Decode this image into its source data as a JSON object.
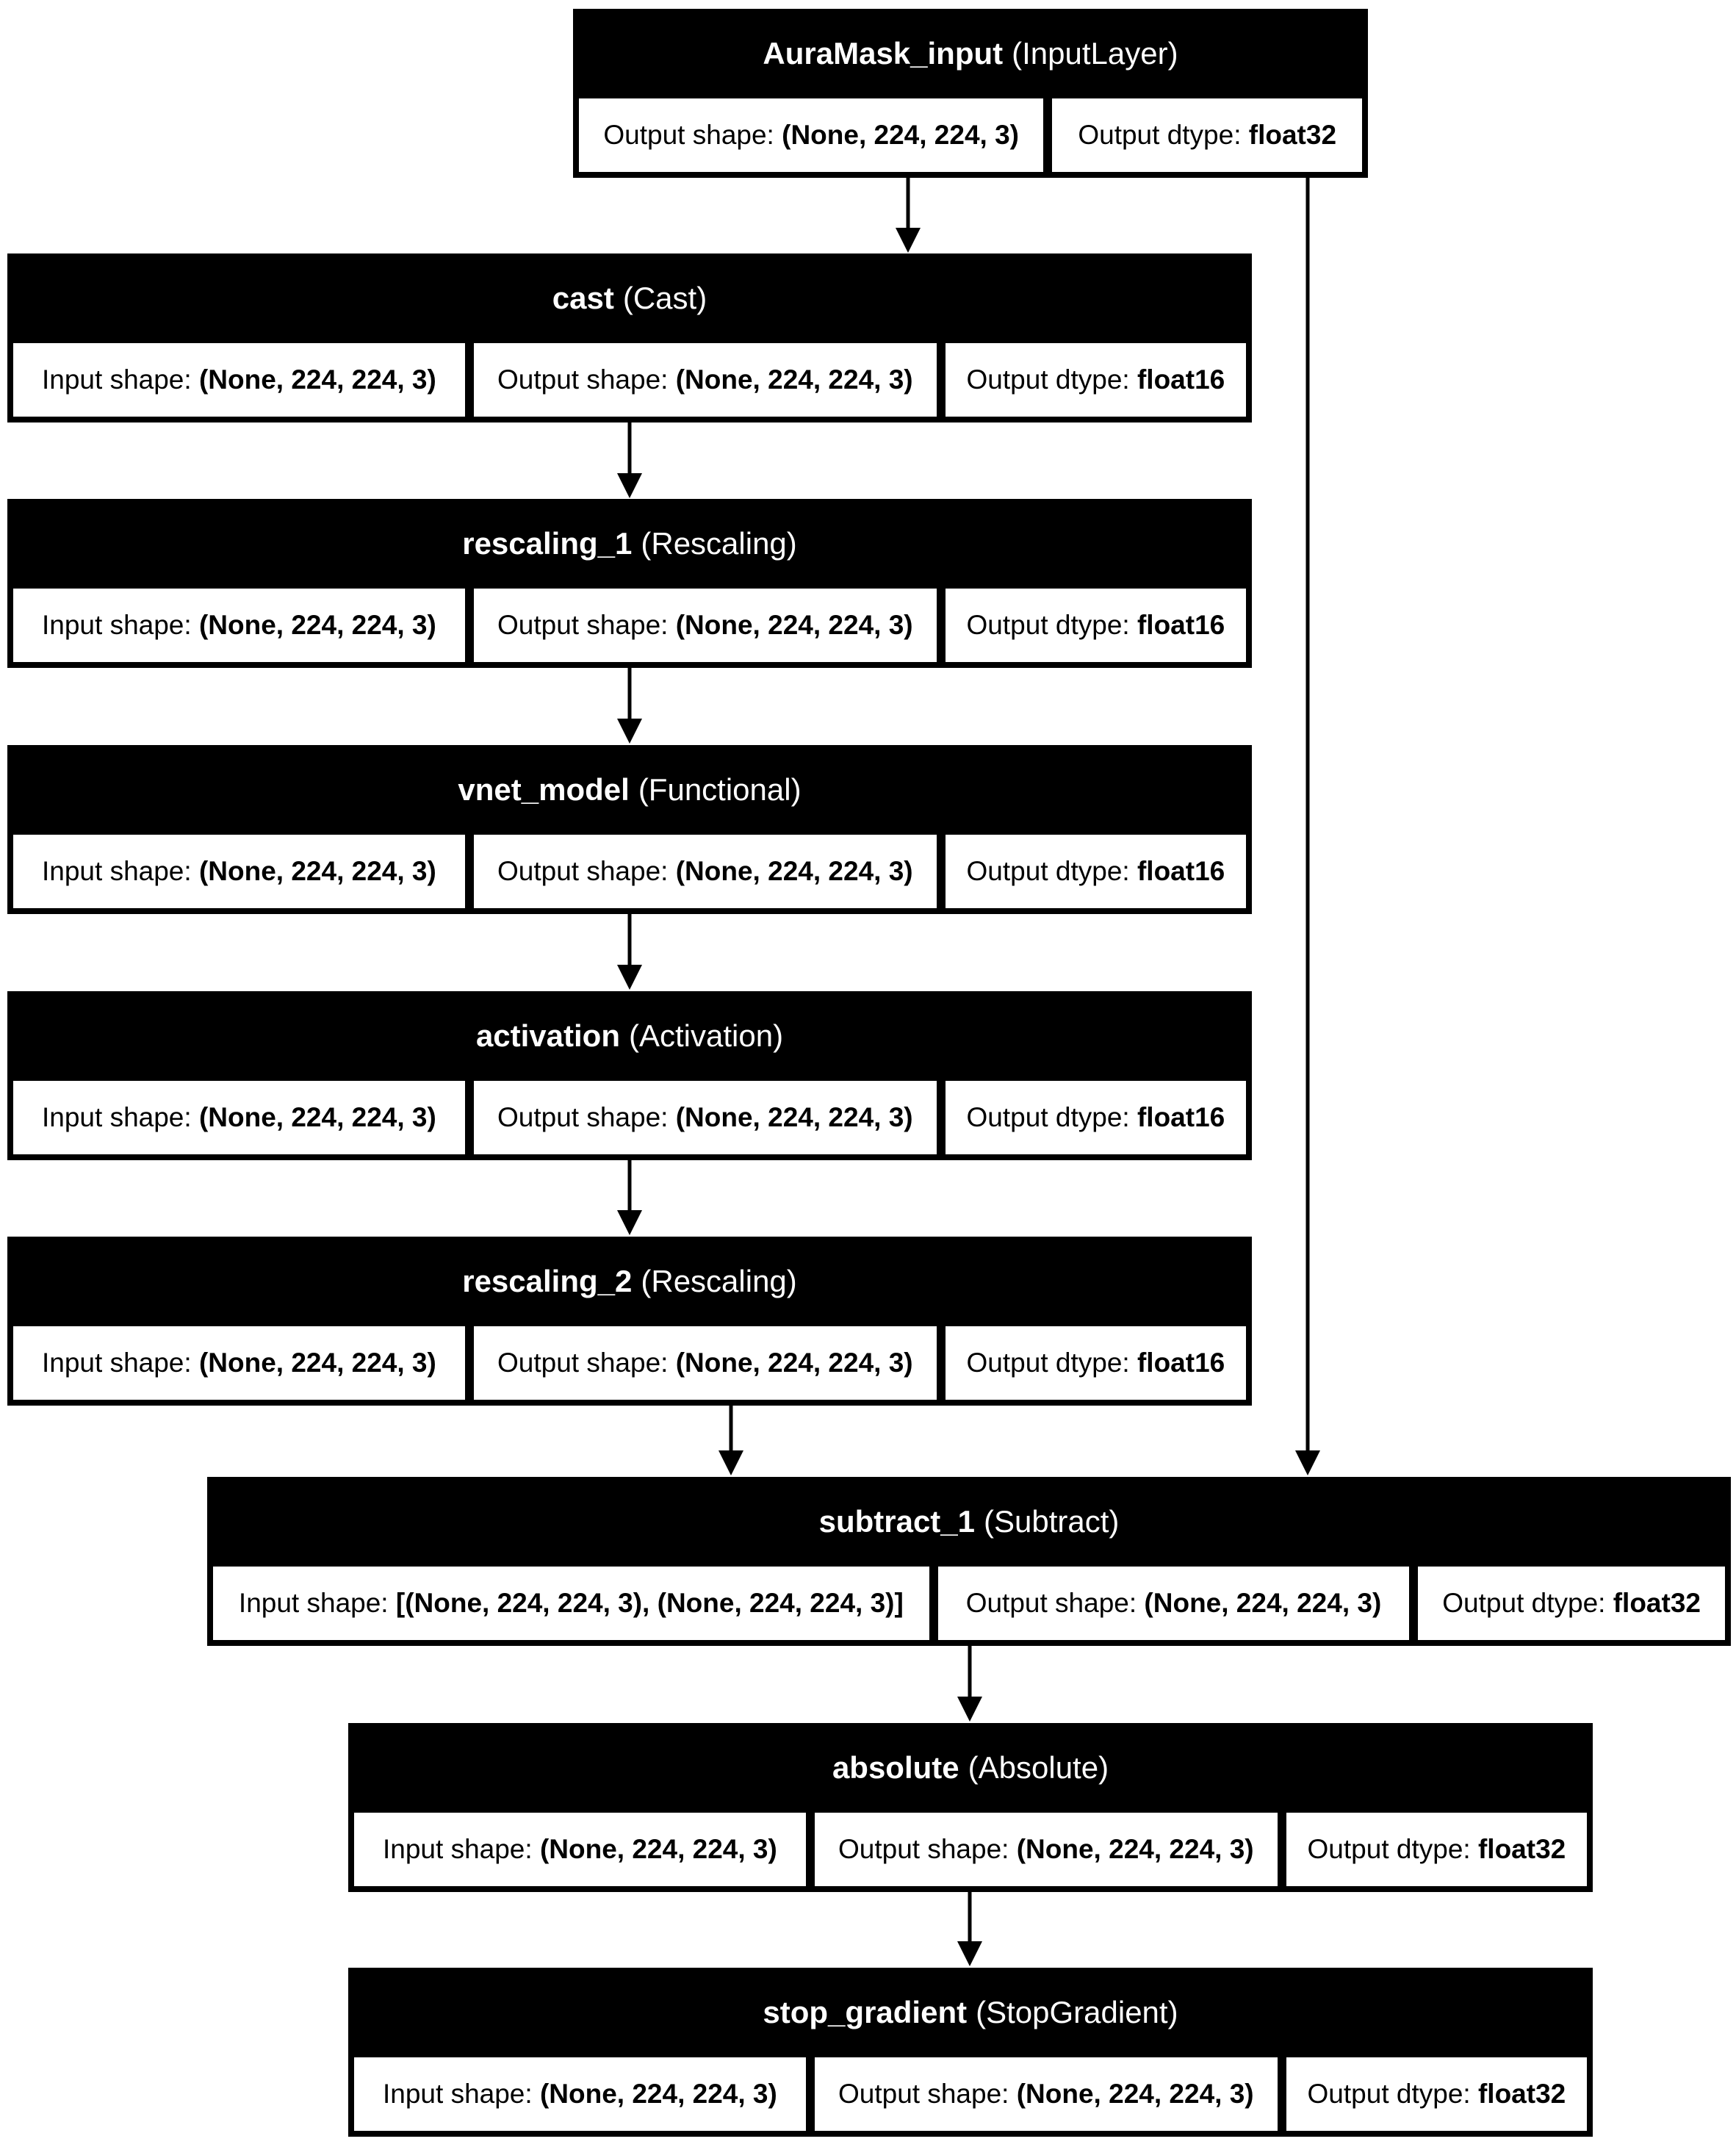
{
  "diagram": {
    "kind": "keras-model-plot",
    "colors": {
      "node_background": "#000000",
      "node_header_text": "#ffffff",
      "cell_background": "#ffffff",
      "cell_text": "#000000",
      "edge": "#000000",
      "page_background": "#ffffff"
    }
  },
  "nodes": [
    {
      "name": "AuraMask_input",
      "type_label": "(InputLayer)",
      "cells": [
        {
          "label": "Output shape: ",
          "value": "(None, 224, 224, 3)"
        },
        {
          "label": "Output dtype: ",
          "value": "float32"
        }
      ]
    },
    {
      "name": "cast",
      "type_label": "(Cast)",
      "cells": [
        {
          "label": "Input shape: ",
          "value": "(None, 224, 224, 3)"
        },
        {
          "label": "Output shape: ",
          "value": "(None, 224, 224, 3)"
        },
        {
          "label": "Output dtype: ",
          "value": "float16"
        }
      ]
    },
    {
      "name": "rescaling_1",
      "type_label": "(Rescaling)",
      "cells": [
        {
          "label": "Input shape: ",
          "value": "(None, 224, 224, 3)"
        },
        {
          "label": "Output shape: ",
          "value": "(None, 224, 224, 3)"
        },
        {
          "label": "Output dtype: ",
          "value": "float16"
        }
      ]
    },
    {
      "name": "vnet_model",
      "type_label": "(Functional)",
      "cells": [
        {
          "label": "Input shape: ",
          "value": "(None, 224, 224, 3)"
        },
        {
          "label": "Output shape: ",
          "value": "(None, 224, 224, 3)"
        },
        {
          "label": "Output dtype: ",
          "value": "float16"
        }
      ]
    },
    {
      "name": "activation",
      "type_label": "(Activation)",
      "cells": [
        {
          "label": "Input shape: ",
          "value": "(None, 224, 224, 3)"
        },
        {
          "label": "Output shape: ",
          "value": "(None, 224, 224, 3)"
        },
        {
          "label": "Output dtype: ",
          "value": "float16"
        }
      ]
    },
    {
      "name": "rescaling_2",
      "type_label": "(Rescaling)",
      "cells": [
        {
          "label": "Input shape: ",
          "value": "(None, 224, 224, 3)"
        },
        {
          "label": "Output shape: ",
          "value": "(None, 224, 224, 3)"
        },
        {
          "label": "Output dtype: ",
          "value": "float16"
        }
      ]
    },
    {
      "name": "subtract_1",
      "type_label": "(Subtract)",
      "cells": [
        {
          "label": "Input shape: ",
          "value": "[(None, 224, 224, 3), (None, 224, 224, 3)]"
        },
        {
          "label": "Output shape: ",
          "value": "(None, 224, 224, 3)"
        },
        {
          "label": "Output dtype: ",
          "value": "float32"
        }
      ]
    },
    {
      "name": "absolute",
      "type_label": "(Absolute)",
      "cells": [
        {
          "label": "Input shape: ",
          "value": "(None, 224, 224, 3)"
        },
        {
          "label": "Output shape: ",
          "value": "(None, 224, 224, 3)"
        },
        {
          "label": "Output dtype: ",
          "value": "float32"
        }
      ]
    },
    {
      "name": "stop_gradient",
      "type_label": "(StopGradient)",
      "cells": [
        {
          "label": "Input shape: ",
          "value": "(None, 224, 224, 3)"
        },
        {
          "label": "Output shape: ",
          "value": "(None, 224, 224, 3)"
        },
        {
          "label": "Output dtype: ",
          "value": "float32"
        }
      ]
    }
  ]
}
